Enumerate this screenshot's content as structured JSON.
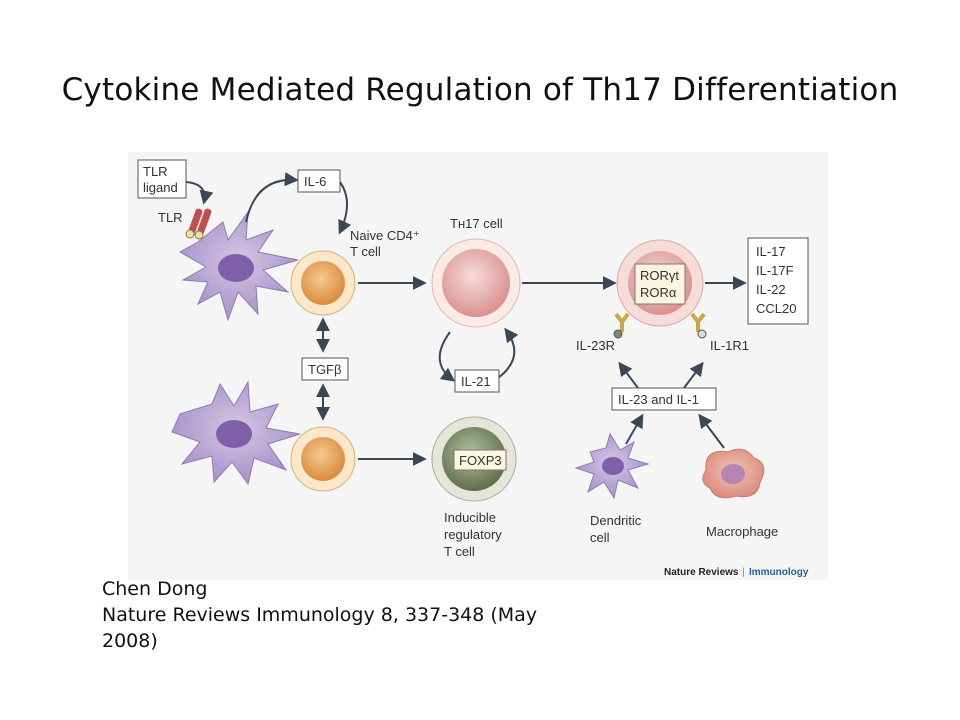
{
  "slide": {
    "title": "Cytokine Mediated Regulation of Th17 Differentiation",
    "citation_lines": [
      "Chen Dong",
      "Nature Reviews Immunology 8, 337-348 (May",
      "2008)"
    ]
  },
  "diagram": {
    "tlr_ligand": [
      "TLR",
      "ligand"
    ],
    "tlr": "TLR",
    "il6": "IL-6",
    "naive_t_cell": [
      "Naive CD4⁺",
      "T cell"
    ],
    "th17_cell": "Tʜ17 cell",
    "tgfb": "TGFβ",
    "il21": "IL-21",
    "foxp3": "FOXP3",
    "inducible_treg": [
      "Inducible",
      "regulatory",
      "T cell"
    ],
    "ror": [
      "RORγt",
      "RORα"
    ],
    "il23r": "IL-23R",
    "il1r1": "IL-1R1",
    "il23_il1": "IL-23 and IL-1",
    "outputs": [
      "IL-17",
      "IL-17F",
      "IL-22",
      "CCL20"
    ],
    "dendritic_cell": [
      "Dendritic",
      "cell"
    ],
    "macrophage": "Macrophage",
    "journal_brand": "Nature Reviews",
    "journal_section": "Immunology"
  },
  "colors": {
    "dc_purple": "#b7a4d1",
    "dc_nucleus": "#8d6fb3",
    "t_cell_orange": "#e8a45e",
    "th17_pink": "#e8b6b4",
    "treg_green": "#7f8f6a",
    "macrophage": "#e09a90",
    "panel_bg": "#f4f4f4",
    "arrow": "#3b4656",
    "journal_blue": "#2a5aa0"
  }
}
